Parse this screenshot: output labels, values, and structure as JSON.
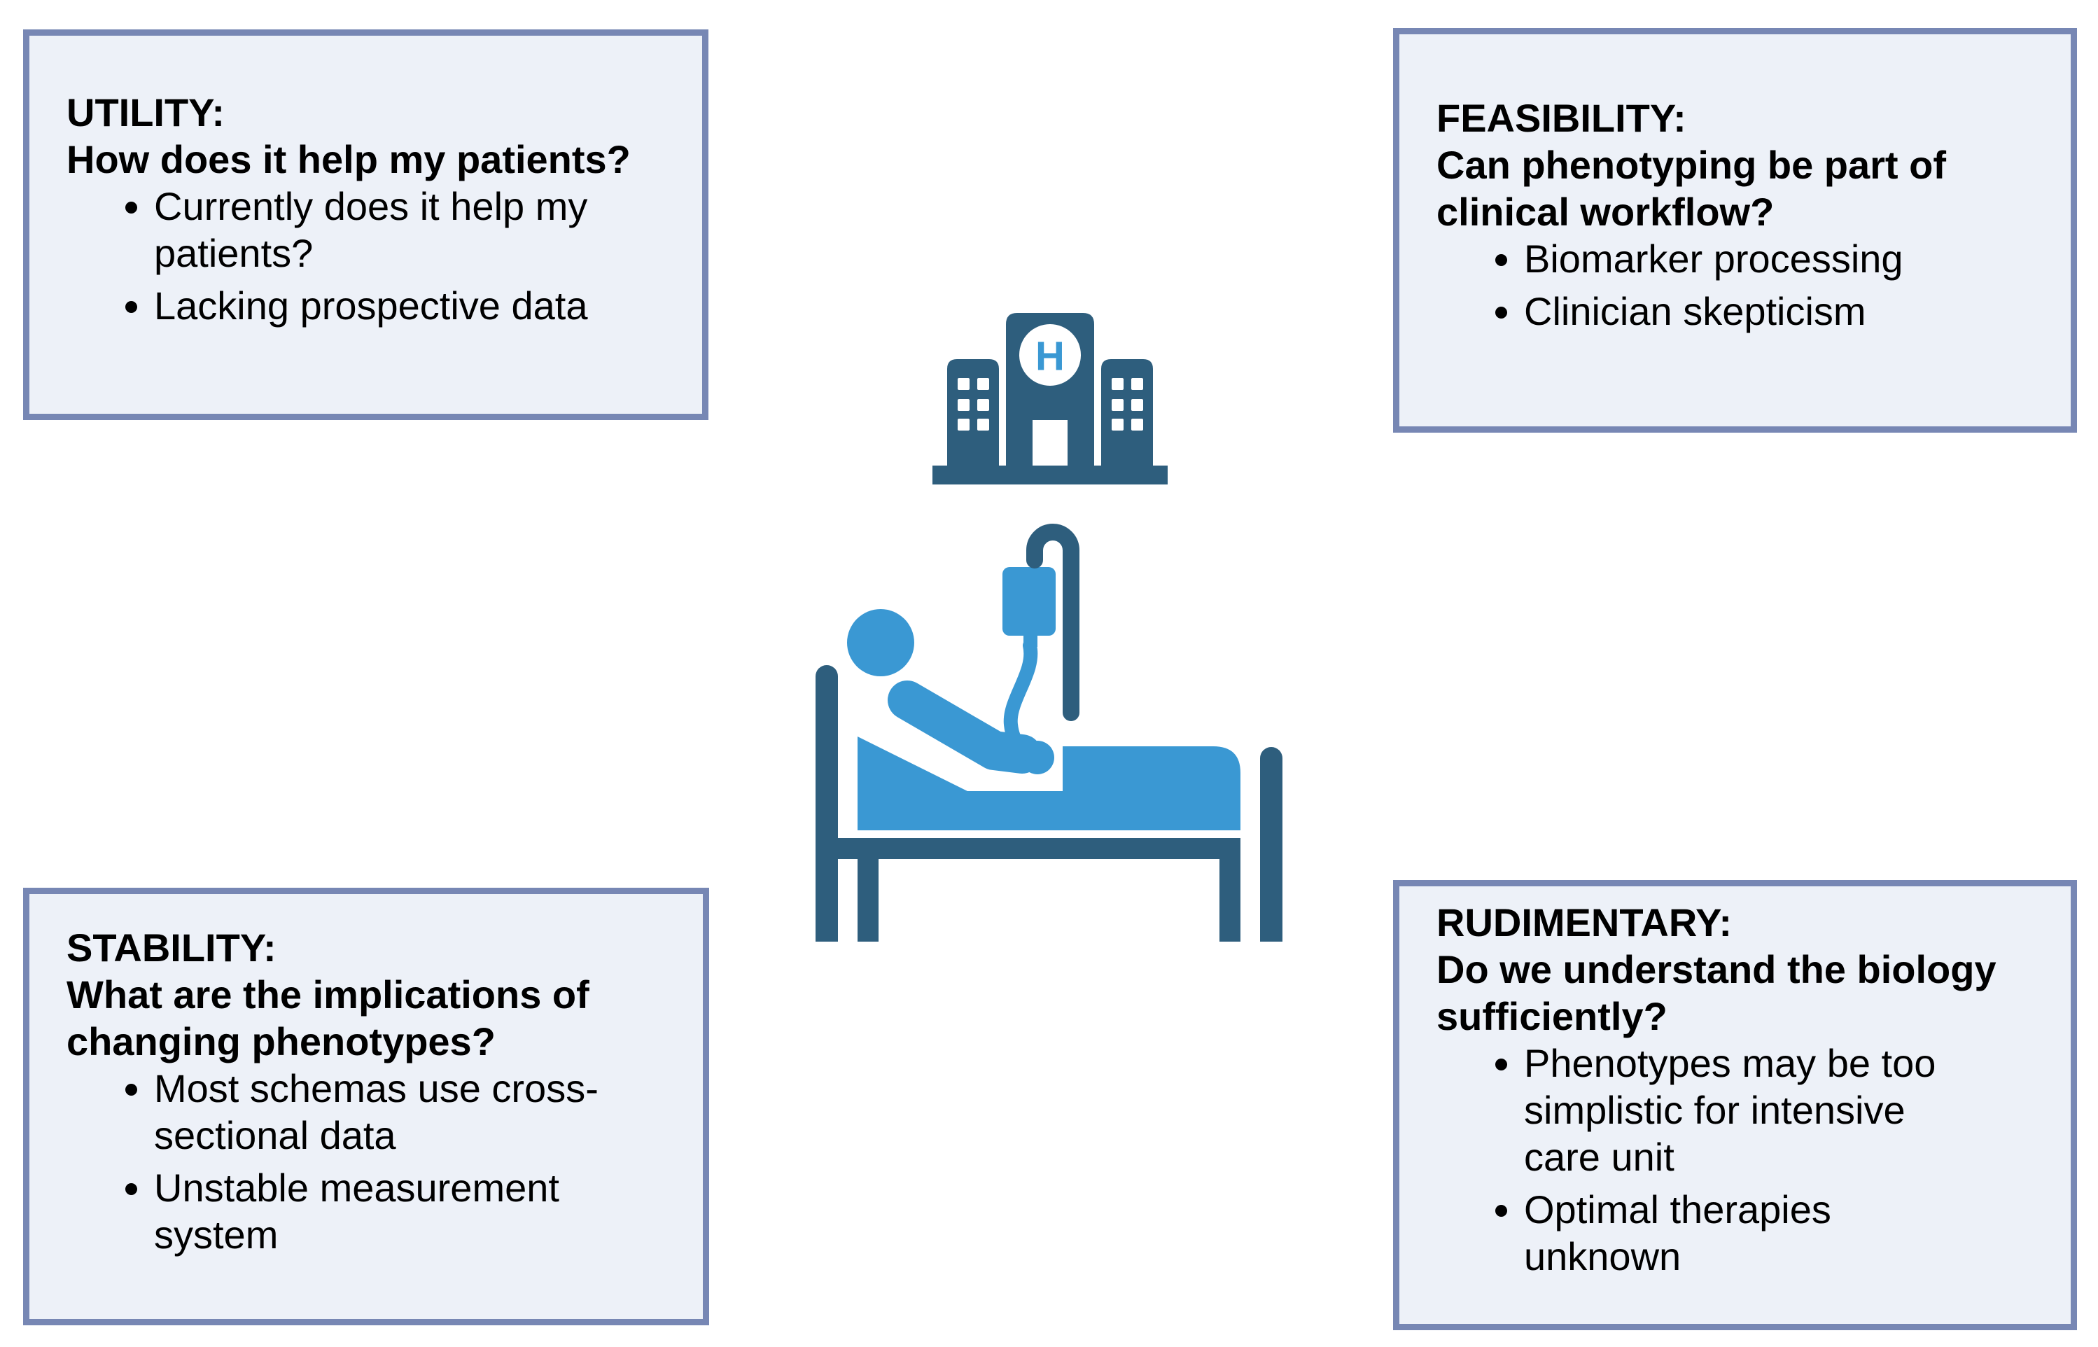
{
  "figure": {
    "hospital_letter": "H",
    "boxes": [
      {
        "id": "utility",
        "title": "UTILITY:",
        "question": "How does it help my patients?",
        "bullets": [
          "Currently does it help my\npatients?",
          "Lacking prospective data"
        ]
      },
      {
        "id": "feasibility",
        "title": "FEASIBILITY:",
        "question": "Can phenotyping be part of\nclinical workflow?",
        "bullets": [
          "Biomarker processing",
          "Clinician skepticism"
        ]
      },
      {
        "id": "stability",
        "title": "STABILITY:",
        "question": "What are the implications of\nchanging phenotypes?",
        "bullets": [
          "Most schemas use cross-\nsectional data",
          "Unstable measurement\nsystem"
        ]
      },
      {
        "id": "rudimentary",
        "title": "RUDIMENTARY:",
        "question": "Do we understand the biology\nsufficiently?",
        "bullets": [
          "Phenotypes may be too\nsimplistic for intensive\ncare unit",
          "Optimal therapies\nunknown"
        ]
      }
    ],
    "colors": {
      "background": "#ffffff",
      "box_fill": "#edf1f8",
      "box_border": "#7787b4",
      "icon_dark_blue": "#2e5e7d",
      "icon_light_blue": "#3a98d3",
      "text": "#000000"
    }
  }
}
